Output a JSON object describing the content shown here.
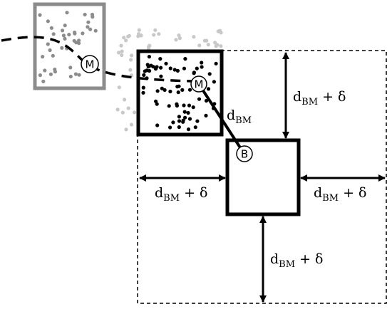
{
  "colors": {
    "stroke": "#000000",
    "old_box_stroke": "#8c8c8c",
    "old_dots": "#8c8c8c",
    "faint_dots": "#c8c8c8",
    "background": "#ffffff"
  },
  "markers": {
    "old_particle": "M",
    "particle": "M",
    "body": "B"
  },
  "labels": {
    "distance_main": "BM",
    "distance_main_prefix": "d",
    "margin": {
      "prefix": "d",
      "sub": "BM",
      "suffix": " + δ"
    }
  }
}
